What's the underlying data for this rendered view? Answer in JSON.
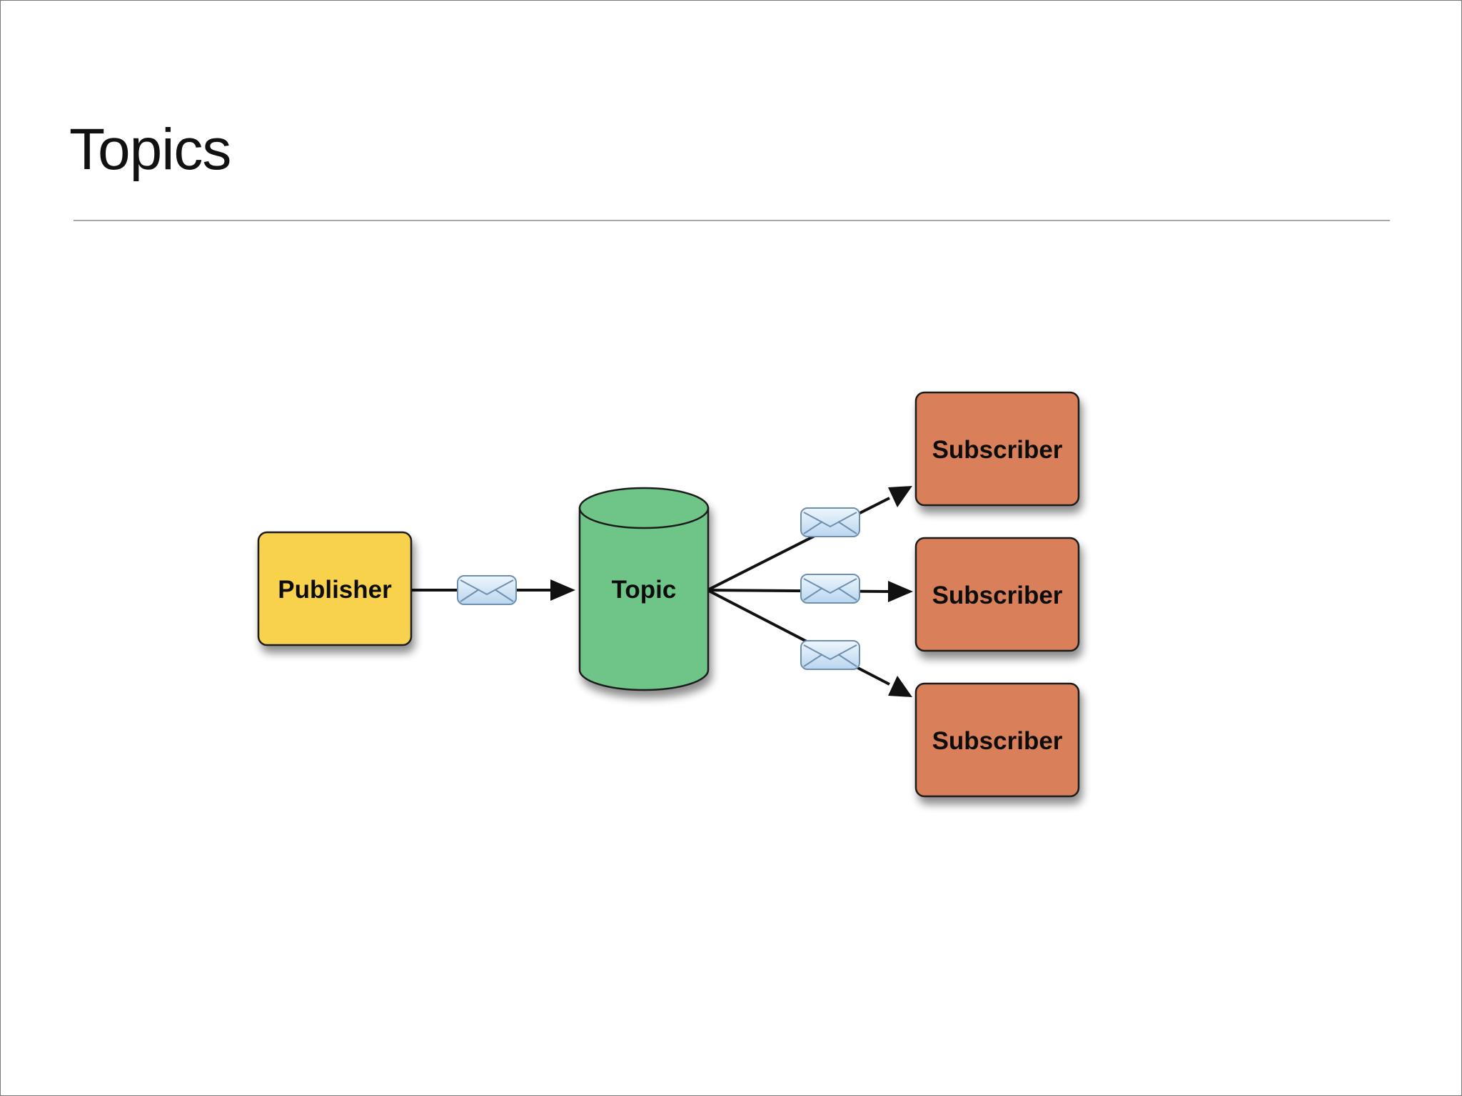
{
  "slide": {
    "title": "Topics"
  },
  "diagram": {
    "publisher": {
      "label": "Publisher",
      "color": "#f8d24e"
    },
    "topic": {
      "label": "Topic",
      "color": "#6ec587"
    },
    "subscribers": [
      {
        "label": "Subscriber",
        "color": "#d9805a"
      },
      {
        "label": "Subscriber",
        "color": "#d9805a"
      },
      {
        "label": "Subscriber",
        "color": "#d9805a"
      }
    ],
    "message_icon": "envelope-icon",
    "envelope_color": "#d2e6f7",
    "edge_color": "#111111"
  }
}
